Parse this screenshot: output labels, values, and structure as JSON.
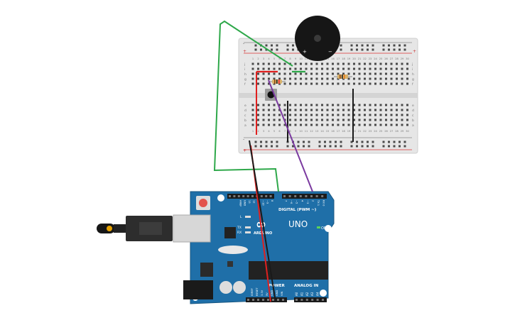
{
  "board": {
    "arduino_logo_text": "ARDUINO",
    "model_text": "UNO",
    "digital_header": "DIGITAL (PWM ~)",
    "analog_header": "ANALOG IN",
    "power_header": "POWER",
    "on_label": "ON",
    "led_labels": [
      "L",
      "TX",
      "RX"
    ],
    "top_pin_labels": [
      "AREF",
      "GND",
      "13",
      "12",
      "~11",
      "~10",
      "~9",
      "8",
      "7",
      "~6",
      "~5",
      "4",
      "~3",
      "2",
      "TX 1",
      "RX 0"
    ],
    "bottom_power_labels": [
      "IOREF",
      "RESET",
      "3.3V",
      "5V",
      "GND",
      "GND",
      "VIN"
    ],
    "analog_pin_labels": [
      "A0",
      "A1",
      "A2",
      "A3",
      "A4",
      "A5"
    ]
  },
  "breadboard": {
    "row_letters_top": [
      "j",
      "i",
      "h",
      "g",
      "f"
    ],
    "row_letters_bottom": [
      "e",
      "d",
      "c",
      "b",
      "a"
    ],
    "column_numbers": [
      "1",
      "2",
      "3",
      "4",
      "5",
      "6",
      "7",
      "8",
      "9",
      "10",
      "11",
      "12",
      "13",
      "14",
      "15",
      "16",
      "17",
      "18",
      "19",
      "20",
      "21",
      "22",
      "23",
      "24",
      "25",
      "26",
      "27",
      "28",
      "29",
      "30"
    ],
    "rail_plus": "+",
    "rail_minus": "-"
  },
  "buzzer": {
    "plus_label": "+",
    "minus_label": "−"
  },
  "colors": {
    "wire_green": "#2ea84a",
    "wire_red": "#e0201f",
    "wire_black": "#1a1a1a",
    "wire_purple": "#7b3aa0",
    "board_blue": "#1f6fa8",
    "breadboard_bg": "#e6e6e6"
  }
}
